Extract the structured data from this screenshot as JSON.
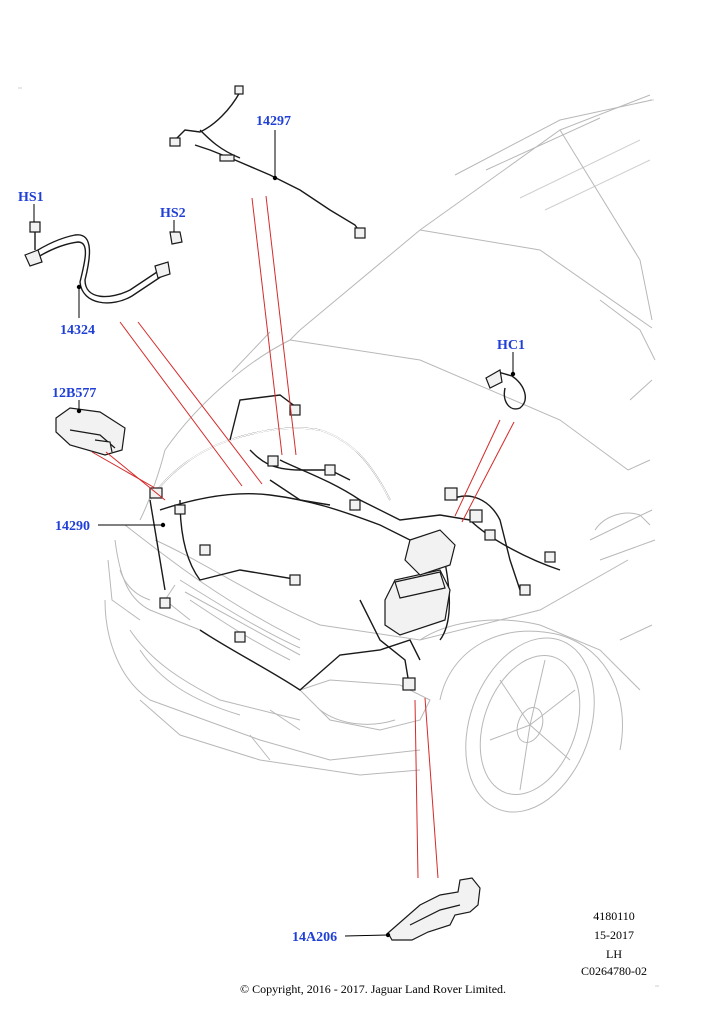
{
  "callouts": {
    "c14297": "14297",
    "hs1": "HS1",
    "hs2": "HS2",
    "c14324": "14324",
    "hc1": "HC1",
    "c12b577": "12B577",
    "c14290": "14290",
    "c14a206": "14A206"
  },
  "meta": {
    "ref": "4180110",
    "date": "15-2017",
    "side": "LH",
    "drawing": "C0264780-02"
  },
  "copyright": "© Copyright, 2016 - 2017. Jaguar Land Rover Limited.",
  "colors": {
    "callout": "#1f3fd6",
    "leader": "#d62a2a",
    "vehicle_outline": "#b8b8b8"
  }
}
